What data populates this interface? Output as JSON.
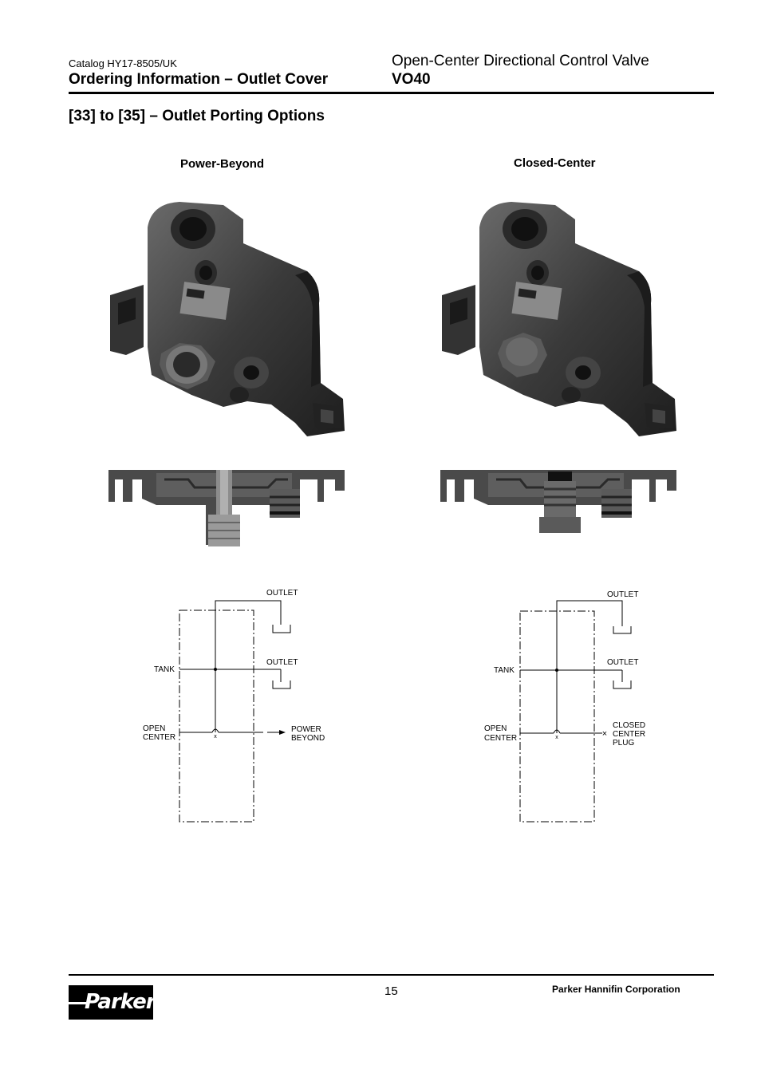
{
  "header": {
    "catalog": "Catalog HY17-8505/UK",
    "section_title": "Ordering Information – Outlet Cover",
    "product_title": "Open-Center Directional Control Valve",
    "product_code": "VO40"
  },
  "subsection_title": "[33] to [35] – Outlet Porting Options",
  "columns": {
    "left": {
      "title": "Power-Beyond",
      "schematic": {
        "outlet_top": "OUTLET",
        "outlet_mid": "OUTLET",
        "tank": "TANK",
        "open_center_1": "OPEN",
        "open_center_2": "CENTER",
        "port_1": "POWER",
        "port_2": "BEYOND"
      }
    },
    "right": {
      "title": "Closed-Center",
      "schematic": {
        "outlet_top": "OUTLET",
        "outlet_mid": "OUTLET",
        "tank": "TANK",
        "open_center_1": "OPEN",
        "open_center_2": "CENTER",
        "port_1": "CLOSED",
        "port_2": "CENTER",
        "port_3": "PLUG"
      }
    }
  },
  "footer": {
    "page_number": "15",
    "corporation": "Parker Hannifin Corporation",
    "logo": "Parker"
  }
}
